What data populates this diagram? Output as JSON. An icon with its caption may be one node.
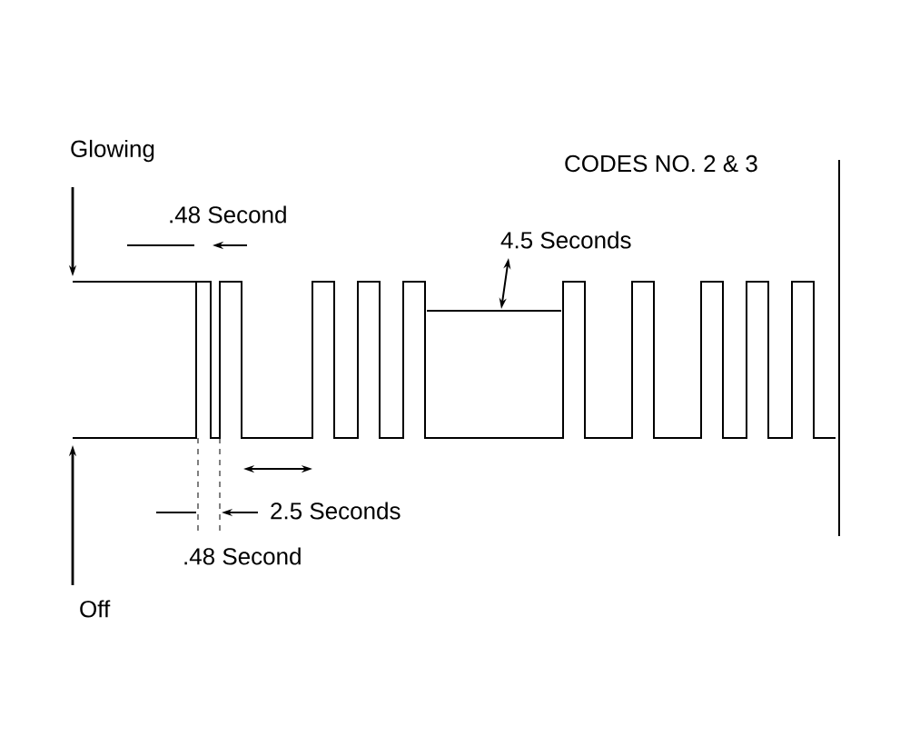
{
  "diagram": {
    "title": "CODES NO. 2 & 3",
    "labels": [
      "Glowing",
      ".48 Second",
      "4.5 Seconds",
      "2.5 Seconds",
      ".48 Second",
      "Off"
    ]
  }
}
